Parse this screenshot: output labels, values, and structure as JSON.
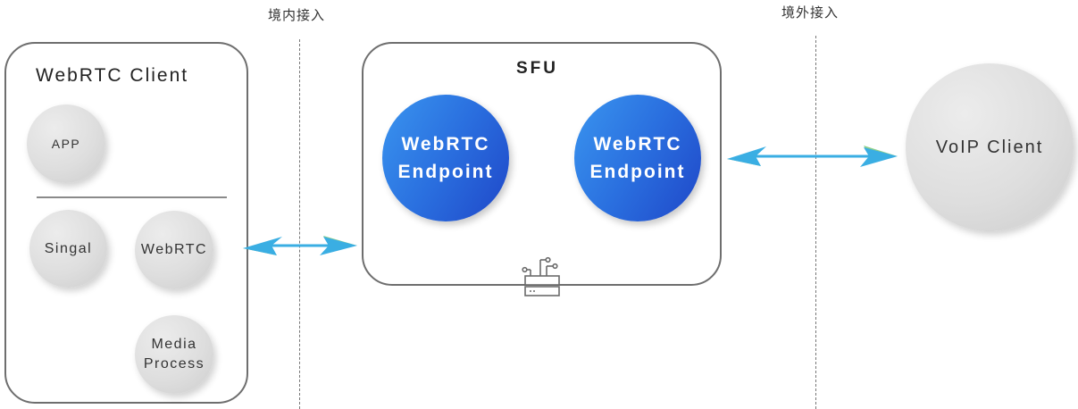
{
  "zones": {
    "domestic_label": "境内接入",
    "overseas_label": "境外接入"
  },
  "webrtc_client": {
    "title": "WebRTC Client",
    "nodes": {
      "app": "APP",
      "signal": "Singal",
      "webrtc": "WebRTC",
      "media_line1": "Media",
      "media_line2": "Process"
    }
  },
  "sfu": {
    "title": "SFU",
    "endpoints": [
      {
        "line1": "WebRTC",
        "line2": "Endpoint"
      },
      {
        "line1": "WebRTC",
        "line2": "Endpoint"
      }
    ],
    "icon": "server-network-icon"
  },
  "voip_client": {
    "label": "VoIP Client"
  },
  "colors": {
    "arrow_blue": "#3aaee3",
    "arrow_green": "#8ccf8a",
    "endpoint_blue_light": "#3a95ef",
    "endpoint_blue_dark": "#1f47c8",
    "node_gray": "#dedede"
  }
}
